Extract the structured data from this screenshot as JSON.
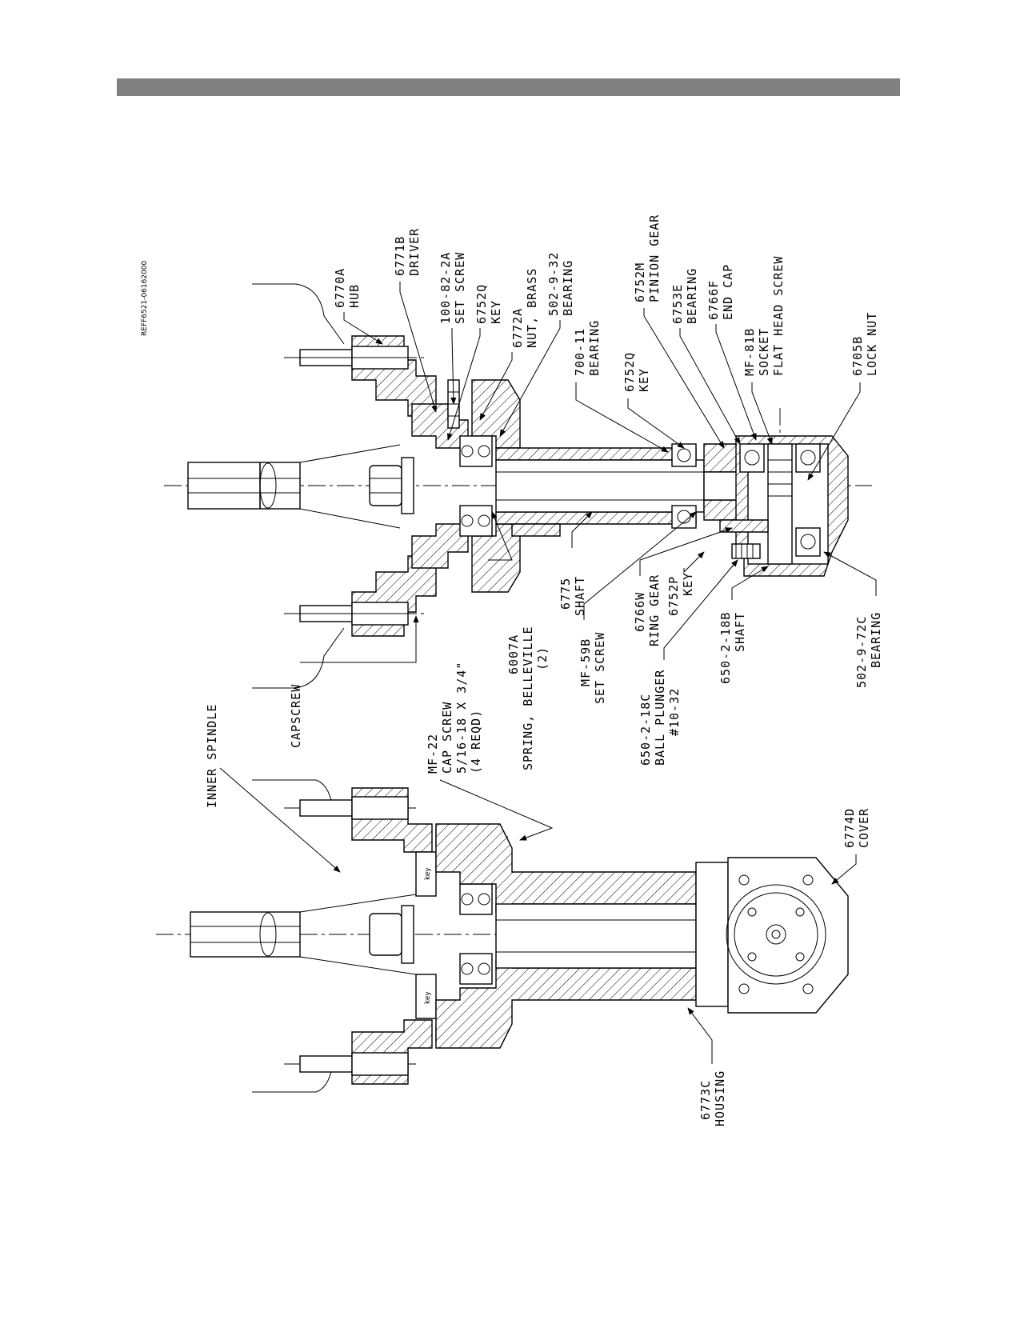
{
  "drawing": {
    "reference": "REFF6521-06162000",
    "callouts": {
      "hub": [
        "6770A",
        "HUB"
      ],
      "driver": [
        "6771B",
        "DRIVER"
      ],
      "set_screw_100": [
        "100-82-2A",
        "SET SCREW"
      ],
      "key_6752q_top": [
        "6752Q",
        "KEY"
      ],
      "nut_brass": [
        "6772A",
        "NUT, BRASS"
      ],
      "bearing_502_9_32": [
        "502-9-32",
        "BEARING"
      ],
      "bearing_700_11": [
        "700-11",
        "BEARING"
      ],
      "key_6752q_mid": [
        "6752Q",
        "KEY"
      ],
      "pinion_gear": [
        "6752M",
        "PINION GEAR"
      ],
      "bearing_6753e": [
        "6753E",
        "BEARING"
      ],
      "end_cap": [
        "6766F",
        "END CAP"
      ],
      "flat_head_screw": [
        "MF-81B",
        "SOCKET",
        "FLAT HEAD SCREW"
      ],
      "lock_nut": [
        "6705B",
        "LOCK NUT"
      ],
      "inner_spindle": [
        "INNER SPINDLE"
      ],
      "capscrew": [
        "CAPSCREW"
      ],
      "cap_screw_mf22": [
        "MF-22",
        "CAP SCREW",
        "5/16-18 X 3/4\"",
        "(4 REQD)"
      ],
      "spring_belleville": [
        "6007A",
        "SPRING, BELLEVILLE",
        "(2)"
      ],
      "shaft_6775": [
        "6775",
        "SHAFT"
      ],
      "set_screw_mf59b": [
        "MF-59B",
        "SET SCREW"
      ],
      "ring_gear": [
        "6766W",
        "RING GEAR"
      ],
      "key_6752p": [
        "6752P",
        "KEY"
      ],
      "ball_plunger": [
        "650-2-18C",
        "BALL PLUNGER",
        "#10-32"
      ],
      "shaft_650": [
        "650-2-18B",
        "SHAFT"
      ],
      "bearing_502_9_72c": [
        "502-9-72C",
        "BEARING"
      ],
      "cover": [
        "6774D",
        "COVER"
      ],
      "housing": [
        "6773C",
        "HOUSING"
      ]
    },
    "key_tags": [
      "key",
      "key"
    ]
  }
}
